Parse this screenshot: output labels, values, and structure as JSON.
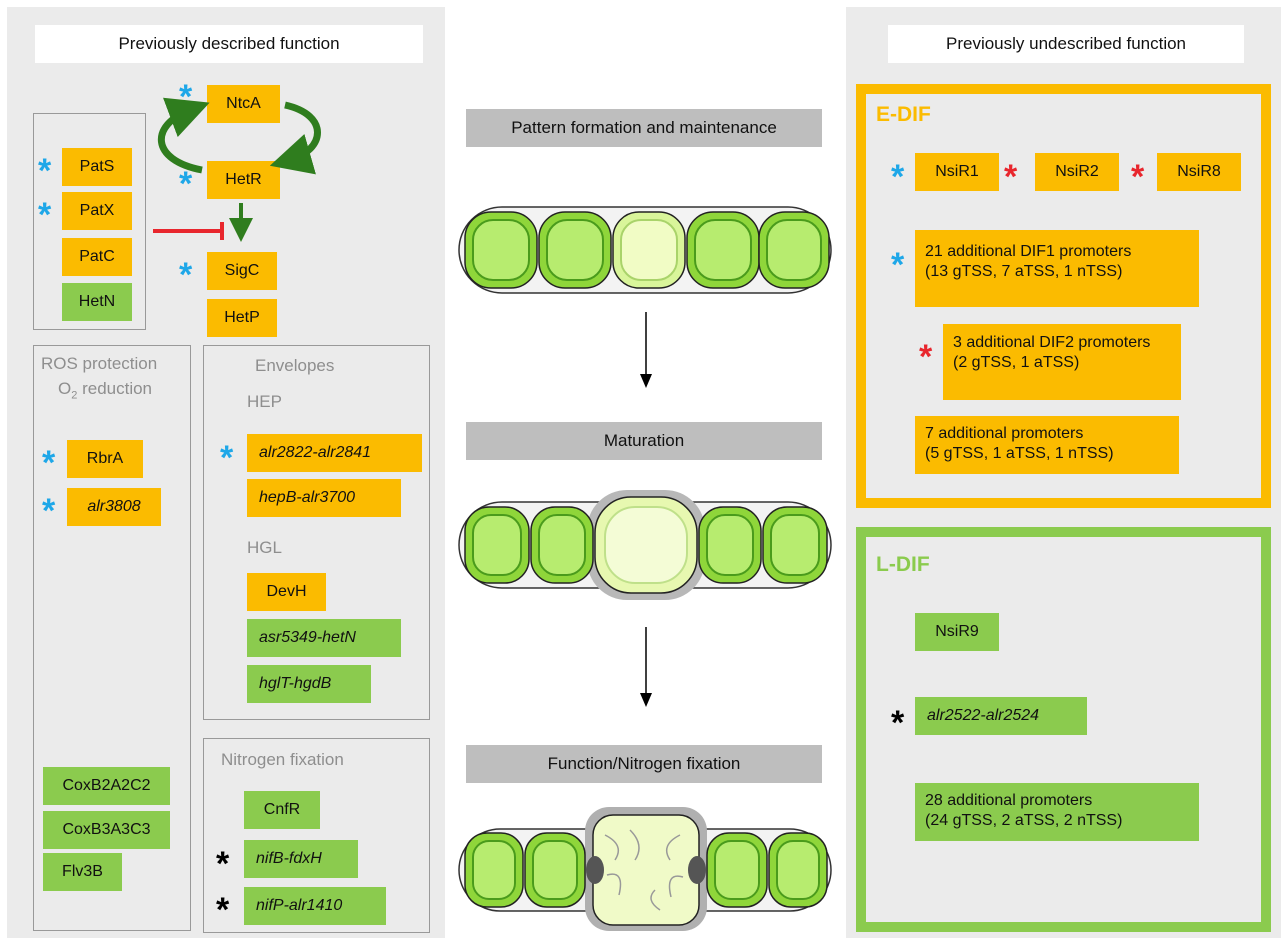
{
  "left": {
    "header": "Previously described function",
    "core": {
      "ntca": "NtcA",
      "hetr": "HetR",
      "sigc": "SigC",
      "hetp": "HetP",
      "pats": "PatS",
      "patx": "PatX",
      "patc": "PatC",
      "hetn": "HetN"
    },
    "ros": {
      "title_line1": "ROS protection",
      "title_line2_prefix": "O",
      "title_line2_sub": "2",
      "title_line2_suffix": " reduction",
      "rbra": "RbrA",
      "alr3808": "alr3808",
      "cox1": "CoxB2A2C2",
      "cox2": "CoxB3A3C3",
      "flv": "Flv3B"
    },
    "envelopes": {
      "title": "Envelopes",
      "hep": "HEP",
      "hgl": "HGL",
      "alr2822": "alr2822-alr2841",
      "hepb": "hepB-alr3700",
      "devh": "DevH",
      "asr5349": "asr5349-hetN",
      "hglt": "hglT-hgdB"
    },
    "nitrogen": {
      "title": "Nitrogen fixation",
      "cnfr": "CnfR",
      "nifb": "nifB-fdxH",
      "nifp": "nifP-alr1410"
    }
  },
  "center": {
    "stage1": "Pattern formation and maintenance",
    "stage2": "Maturation",
    "stage3": "Function/Nitrogen fixation"
  },
  "right": {
    "header": "Previously undescribed function",
    "edif": {
      "title": "E-DIF",
      "nsir1": "NsiR1",
      "nsir2": "NsiR2",
      "nsir8": "NsiR8",
      "dif1_line1": "21 additional DIF1 promoters",
      "dif1_line2": "(13  gTSS, 7  aTSS, 1 nTSS)",
      "dif2_line1": "3 additional DIF2 promoters",
      "dif2_line2": "(2  gTSS, 1 aTSS)",
      "add_line1": "7 additional promoters",
      "add_line2": "(5  gTSS, 1  aTSS, 1 nTSS)"
    },
    "ldif": {
      "title": "L-DIF",
      "nsir9": "NsiR9",
      "alr2522": "alr2522-alr2524",
      "add_line1": "28 additional promoters",
      "add_line2": "(24  gTSS, 2  aTSS, 2 nTSS)"
    }
  },
  "colors": {
    "orange": "#fbbb00",
    "green": "#8bcb4e",
    "edif_border": "#fbbb00",
    "ldif_border": "#8bcb4e",
    "star_blue": "#1ea7e8",
    "star_red": "#e8262d",
    "star_black": "#000000",
    "arrow_green": "#2f7d1e",
    "inhibit_red": "#e8262d"
  },
  "star_glyph": "*"
}
